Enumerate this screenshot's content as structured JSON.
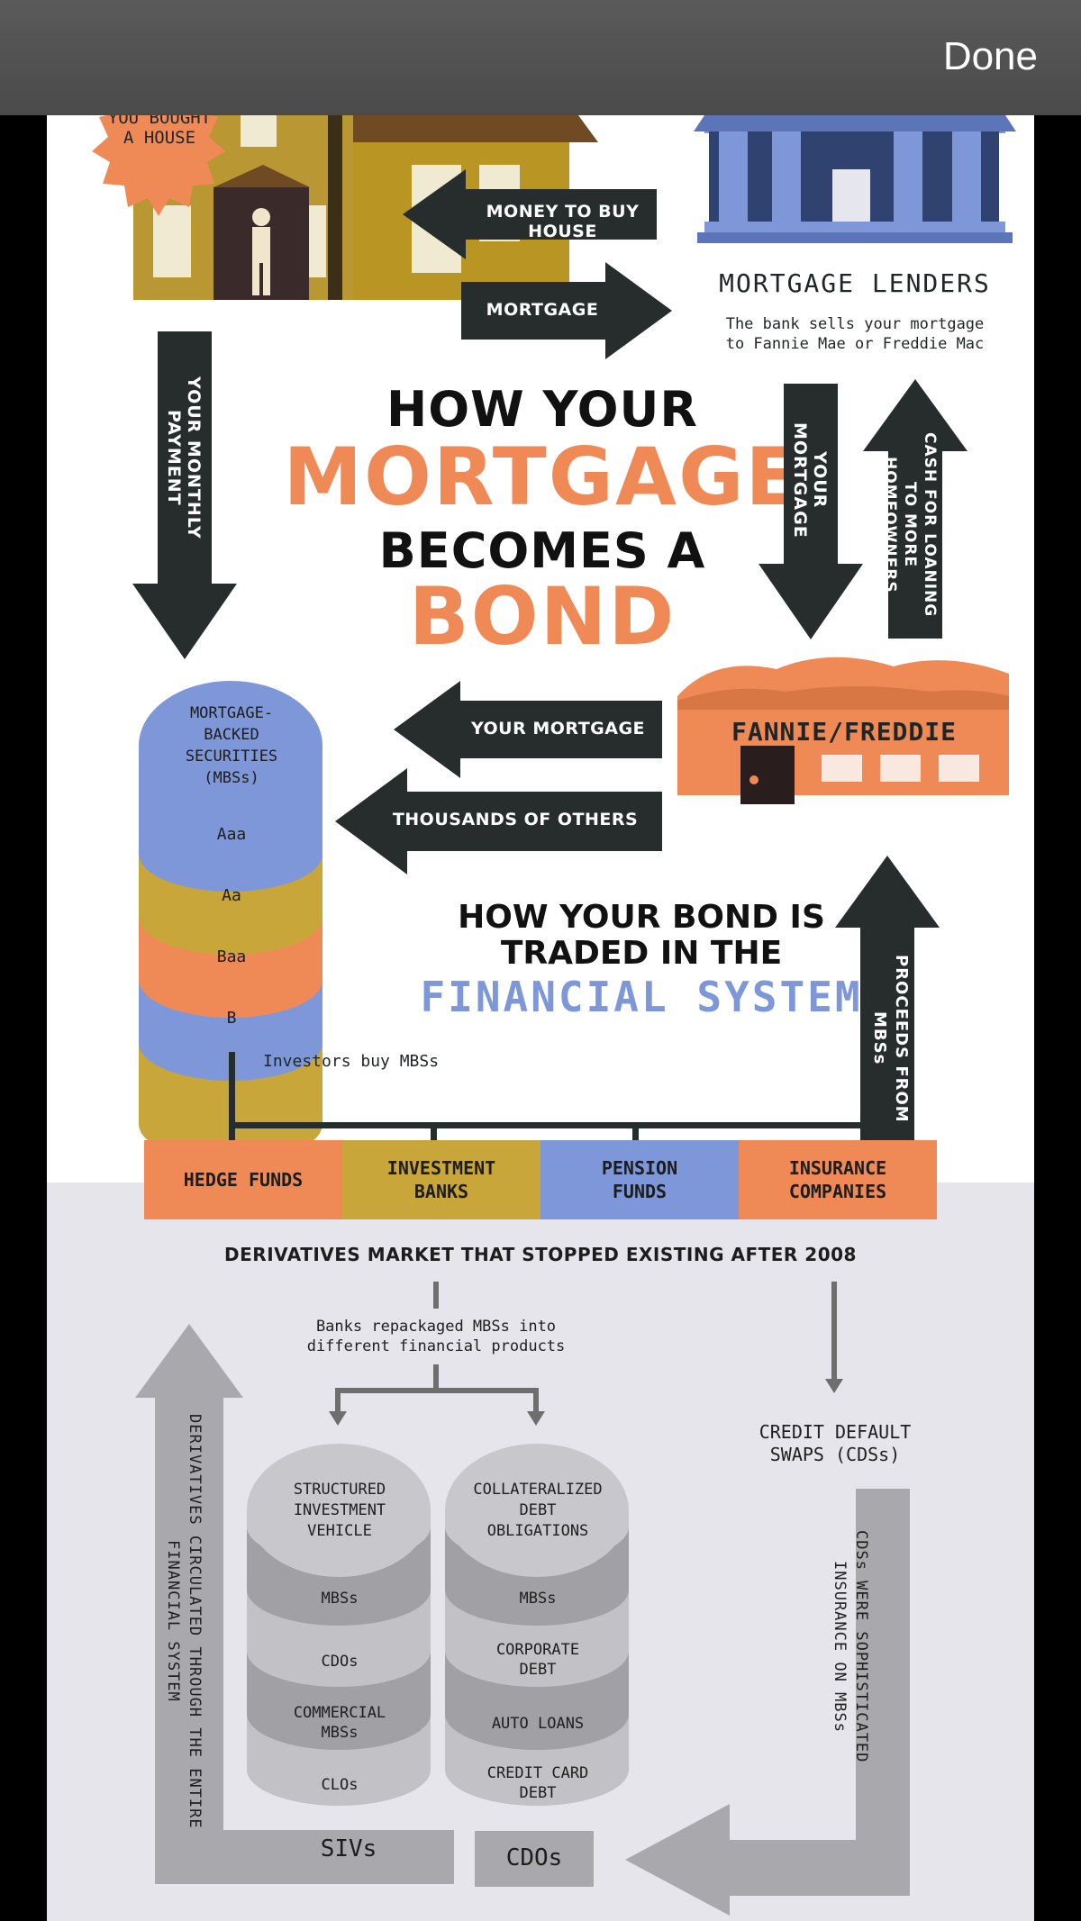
{
  "toolbar": {
    "done_label": "Done"
  },
  "house": {
    "badge": "YOU BOUGHT\nA HOUSE"
  },
  "arrows": {
    "money_to_buy_house": "MONEY TO BUY HOUSE",
    "mortgage": "MORTGAGE",
    "your_monthly_payment": "YOUR MONTHLY PAYMENT",
    "your_mortgage_down": "YOUR MORTGAGE",
    "cash_for_loaning": "CASH FOR LOANING TO MORE HOMEOWNERS",
    "your_mortgage_left": "YOUR MORTGAGE",
    "thousands_of_others": "THOUSANDS OF OTHERS",
    "proceeds_from_mbss": "PROCEEDS FROM MBSs",
    "derivatives_circulated": "DERIVATIVES CIRCULATED THROUGH THE ENTIRE FINANCIAL SYSTEM",
    "cds_insurance": "CDSs WERE SOPHISTICATED INSURANCE ON MBSs"
  },
  "lenders": {
    "title": "MORTGAGE LENDERS",
    "desc_line1": "The bank sells your mortgage",
    "desc_line2": "to Fannie Mae or Freddie Mac"
  },
  "title": {
    "line1": "HOW YOUR",
    "line2": "MORTGAGE",
    "line3": "BECOMES A",
    "line4": "BOND"
  },
  "fannie": {
    "label": "FANNIE/FREDDIE"
  },
  "mbs_stack": {
    "top": "MORTGAGE-\nBACKED\nSECURITIES\n(MBSs)",
    "layers": [
      "Aaa",
      "Aa",
      "Baa",
      "B"
    ]
  },
  "traded": {
    "line1": "HOW YOUR BOND IS",
    "line2": "TRADED IN THE",
    "line3": "FINANCIAL SYSTEM"
  },
  "investors_text": "Investors buy MBSs",
  "investors": [
    {
      "label": "HEDGE FUNDS",
      "color": "#ef8a57"
    },
    {
      "label": "INVESTMENT\nBANKS",
      "color": "#c9a63a"
    },
    {
      "label": "PENSION\nFUNDS",
      "color": "#7e97d8"
    },
    {
      "label": "INSURANCE\nCOMPANIES",
      "color": "#ef8a57"
    }
  ],
  "derivatives": {
    "title": "DERIVATIVES MARKET THAT STOPPED EXISTING AFTER 2008",
    "repackaged": "Banks repackaged MBSs into\ndifferent financial products",
    "cds": "CREDIT DEFAULT\nSWAPS (CDSs)",
    "siv_stack": {
      "top": "STRUCTURED\nINVESTMENT\nVEHICLE",
      "layers": [
        "MBSs",
        "CDOs",
        "COMMERCIAL\nMBSs",
        "CLOs"
      ],
      "label": "SIVs"
    },
    "cdo_stack": {
      "top": "COLLATERALIZED\nDEBT\nOBLIGATIONS",
      "layers": [
        "MBSs",
        "CORPORATE\nDEBT",
        "AUTO LOANS",
        "CREDIT CARD\nDEBT"
      ],
      "label": "CDOs"
    }
  },
  "colors": {
    "orange": "#ef8a57",
    "mustard": "#c9a63a",
    "blue": "#7e97d8",
    "dark": "#262d2c",
    "gray": "#a9a9ad"
  }
}
